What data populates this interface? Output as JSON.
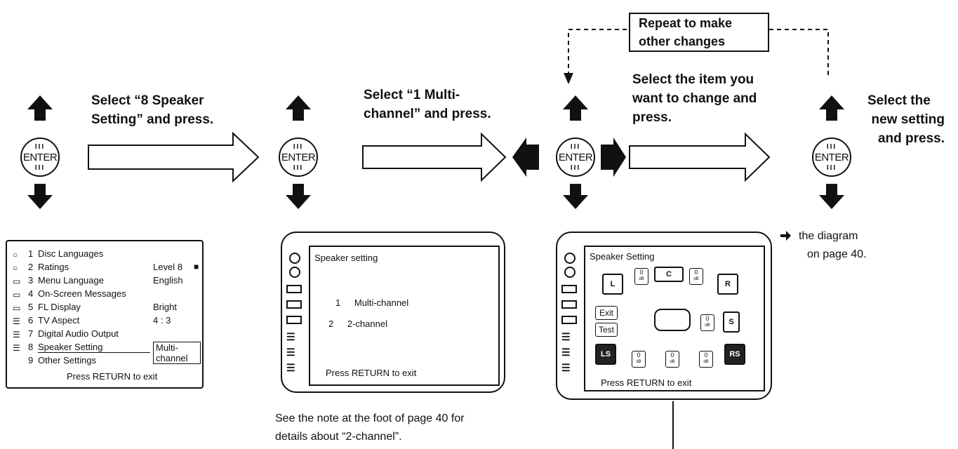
{
  "instructions": {
    "step1": [
      "Select “8 Speaker",
      "Setting” and press."
    ],
    "step2": [
      "Select “1 Multi-",
      "channel” and press."
    ],
    "step3": [
      "Select the item you",
      "want to change and",
      "press."
    ],
    "step4": [
      "Select the",
      "new setting",
      "and press."
    ],
    "repeat": [
      "Repeat to make",
      "other changes"
    ]
  },
  "button": {
    "label": "ENTER",
    "marks": "III"
  },
  "screen1": {
    "items": [
      {
        "num": "1",
        "label": "Disc Languages",
        "value": ""
      },
      {
        "num": "2",
        "label": "Ratings",
        "value": "Level  8"
      },
      {
        "num": "3",
        "label": "Menu Language",
        "value": "English"
      },
      {
        "num": "4",
        "label": "On-Screen Messages",
        "value": ""
      },
      {
        "num": "5",
        "label": "FL Display",
        "value": "Bright"
      },
      {
        "num": "6",
        "label": "TV Aspect",
        "value": "4 : 3"
      },
      {
        "num": "7",
        "label": "Digital Audio Output",
        "value": ""
      },
      {
        "num": "8",
        "label": "Speaker Setting",
        "value": "Multi-channel"
      },
      {
        "num": "9",
        "label": "Other Settings",
        "value": ""
      }
    ],
    "footer": "Press RETURN to exit"
  },
  "screen2": {
    "title": "Speaker setting",
    "options": [
      {
        "num": "1",
        "label": "Multi-channel"
      },
      {
        "num": "2",
        "label": "2-channel"
      }
    ],
    "footer": "Press RETURN to exit"
  },
  "screen3": {
    "title": "Speaker Setting",
    "exit_label": "Exit",
    "test_label": "Test",
    "level_value": "0",
    "level_unit": "dB",
    "speakers": {
      "left": "L",
      "center": "C",
      "right": "R",
      "surround_left": "LS",
      "surround_right": "RS",
      "subwoofer": "S"
    },
    "footer": "Press RETURN to exit"
  },
  "captions": {
    "note": [
      "See the note at the foot of page 40 for",
      "details about “2-channel”."
    ],
    "reference": [
      "the diagram",
      "on page 40."
    ]
  }
}
